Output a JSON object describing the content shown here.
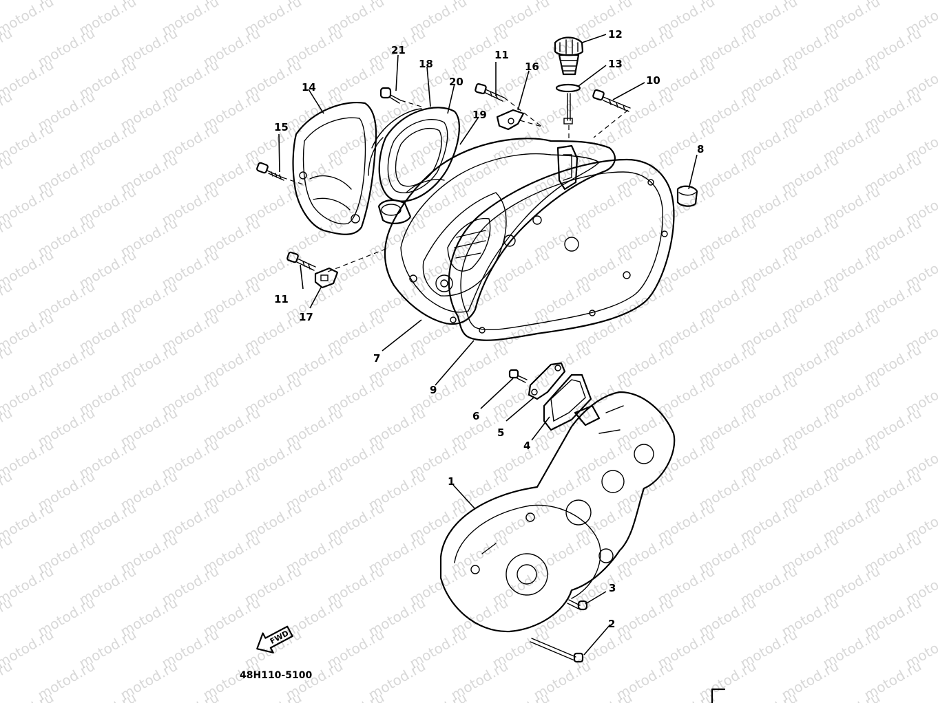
{
  "watermark": "motod.ru",
  "drawing_code": "48H110-5100",
  "direction_arrow": "FWD",
  "callouts": [
    "1",
    "2",
    "3",
    "4",
    "5",
    "6",
    "7",
    "8",
    "9",
    "10",
    "11",
    "11",
    "12",
    "13",
    "14",
    "15",
    "16",
    "17",
    "18",
    "19",
    "20",
    "21"
  ]
}
